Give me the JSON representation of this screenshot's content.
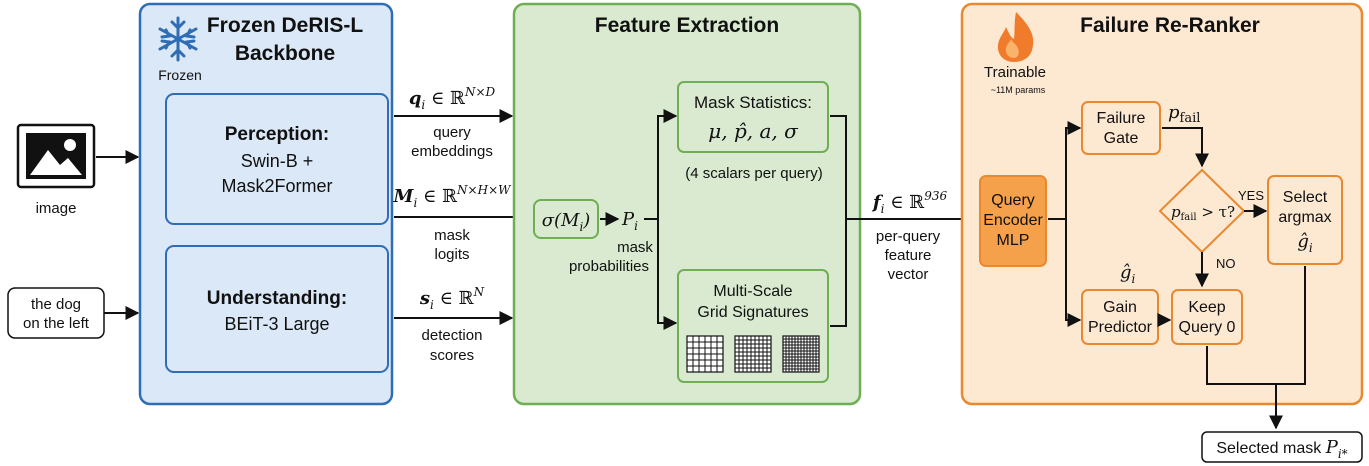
{
  "input": {
    "image_label": "image",
    "text_line1": "the dog",
    "text_line2": "on the left"
  },
  "backbone": {
    "title_line1": "Frozen DeRIS-L",
    "title_line2": "Backbone",
    "frozen_label": "Frozen",
    "perception_title": "Perception:",
    "perception_line1": "Swin-B +",
    "perception_line2": "Mask2Former",
    "understanding_title": "Understanding:",
    "understanding_line1": "BEiT-3 Large"
  },
  "outputs": {
    "q_math_base": "q",
    "q_math_sub": "i",
    "q_math_rest": " ∈ ℝ",
    "q_math_sup": "N×D",
    "q_line1": "query",
    "q_line2": "embeddings",
    "m_math_base": "M",
    "m_math_sub": "i",
    "m_math_rest": " ∈ ℝ",
    "m_math_sup": "N×H×W",
    "m_line1": "mask",
    "m_line2": "logits",
    "s_math_base": "s",
    "s_math_sub": "i",
    "s_math_rest": " ∈ ℝ",
    "s_math_sup": "N",
    "s_line1": "detection",
    "s_line2": "scores"
  },
  "feature_extraction": {
    "title": "Feature Extraction",
    "sigma_label": "σ(M",
    "sigma_sub": "i",
    "sigma_close": ")",
    "p_label": "P",
    "p_sub": "i",
    "p_line1": "mask",
    "p_line2": "probabilities",
    "stats_title": "Mask Statistics:",
    "stats_math": "μ, p̂, a, σ",
    "stats_note": "(4 scalars per query)",
    "grid_line1": "Multi-Scale",
    "grid_line2": "Grid Signatures"
  },
  "feature_vector": {
    "math_base": "f",
    "math_sub": "i",
    "math_rest": " ∈ ℝ",
    "math_sup": "936",
    "line1": "per-query",
    "line2": "feature",
    "line3": "vector"
  },
  "reranker": {
    "title": "Failure Re-Ranker",
    "trainable_label": "Trainable",
    "params_label": "~11M params",
    "encoder_line1": "Query",
    "encoder_line2": "Encoder",
    "encoder_line3": "MLP",
    "gate_line1": "Failure",
    "gate_line2": "Gate",
    "pfail_base": "p",
    "pfail_sub": "fail",
    "decision_rest": " > τ?",
    "yes_label": "YES",
    "no_label": "NO",
    "select_line1": "Select",
    "select_line2": "argmax",
    "g_base": "ĝ",
    "g_sub": "i",
    "gain_line1": "Gain",
    "gain_line2": "Predictor",
    "keep_line1": "Keep",
    "keep_line2": "Query 0",
    "selected_text": "Selected mask ",
    "selected_base": "P",
    "selected_sub": "i*"
  },
  "colors": {
    "blue_panel": "#dbe8f7",
    "blue_border": "#2f6db5",
    "green_panel": "#d9ead0",
    "green_border": "#6fae55",
    "orange_panel": "#fde8d2",
    "orange_border": "#e8892f",
    "orange_fill": "#f5a04a"
  }
}
